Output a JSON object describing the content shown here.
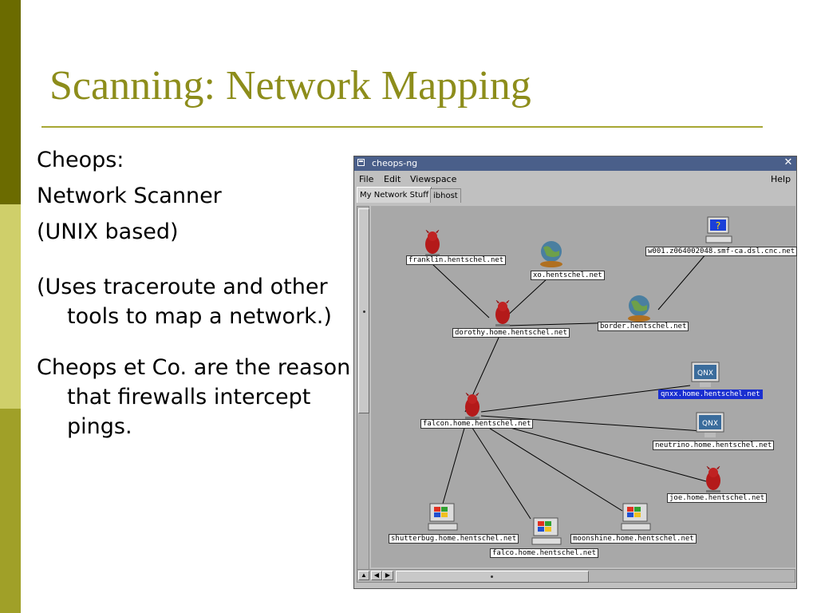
{
  "slide": {
    "title": "Scanning: Network Mapping",
    "bullets": [
      "Cheops:",
      "Network Scanner",
      "(UNIX based)"
    ],
    "para1": "(Uses traceroute and other tools to map a network.)",
    "para2": "Cheops et Co. are the reason that firewalls intercept pings."
  },
  "window": {
    "title": "cheops-ng",
    "menu": {
      "file": "File",
      "edit": "Edit",
      "viewspace": "Viewspace",
      "help": "Help"
    },
    "tabs": [
      "My Network Stuff",
      "ibhost"
    ]
  },
  "nodes": {
    "franklin": "franklin.hentschel.net",
    "xo": "xo.hentschel.net",
    "w001": "w001.z064002048.smf-ca.dsl.cnc.net",
    "dorothy": "dorothy.home.hentschel.net",
    "border": "border.hentschel.net",
    "qnxx": "qnxx.home.hentschel.net",
    "falcon": "falcon.home.hentschel.net",
    "neutrino": "neutrino.home.hentschel.net",
    "joe": "joe.home.hentschel.net",
    "shutterbug": "shutterbug.home.hentschel.net",
    "moonshine": "moonshine.home.hentschel.net",
    "falco": "falco.home.hentschel.net"
  },
  "icons": {
    "daemon": "bsd-daemon-icon",
    "globe": "globe-icon",
    "unknown": "unknown-computer-icon",
    "qnx": "qnx-computer-icon",
    "windows": "windows-computer-icon"
  },
  "colors": {
    "accent": "#8d8d1b",
    "bar_dark": "#6b6b00",
    "bar_light": "#cfcf6a",
    "bar_mid": "#a0a028",
    "titlebar": "#4a5f8a",
    "selection": "#1a2fd0"
  }
}
